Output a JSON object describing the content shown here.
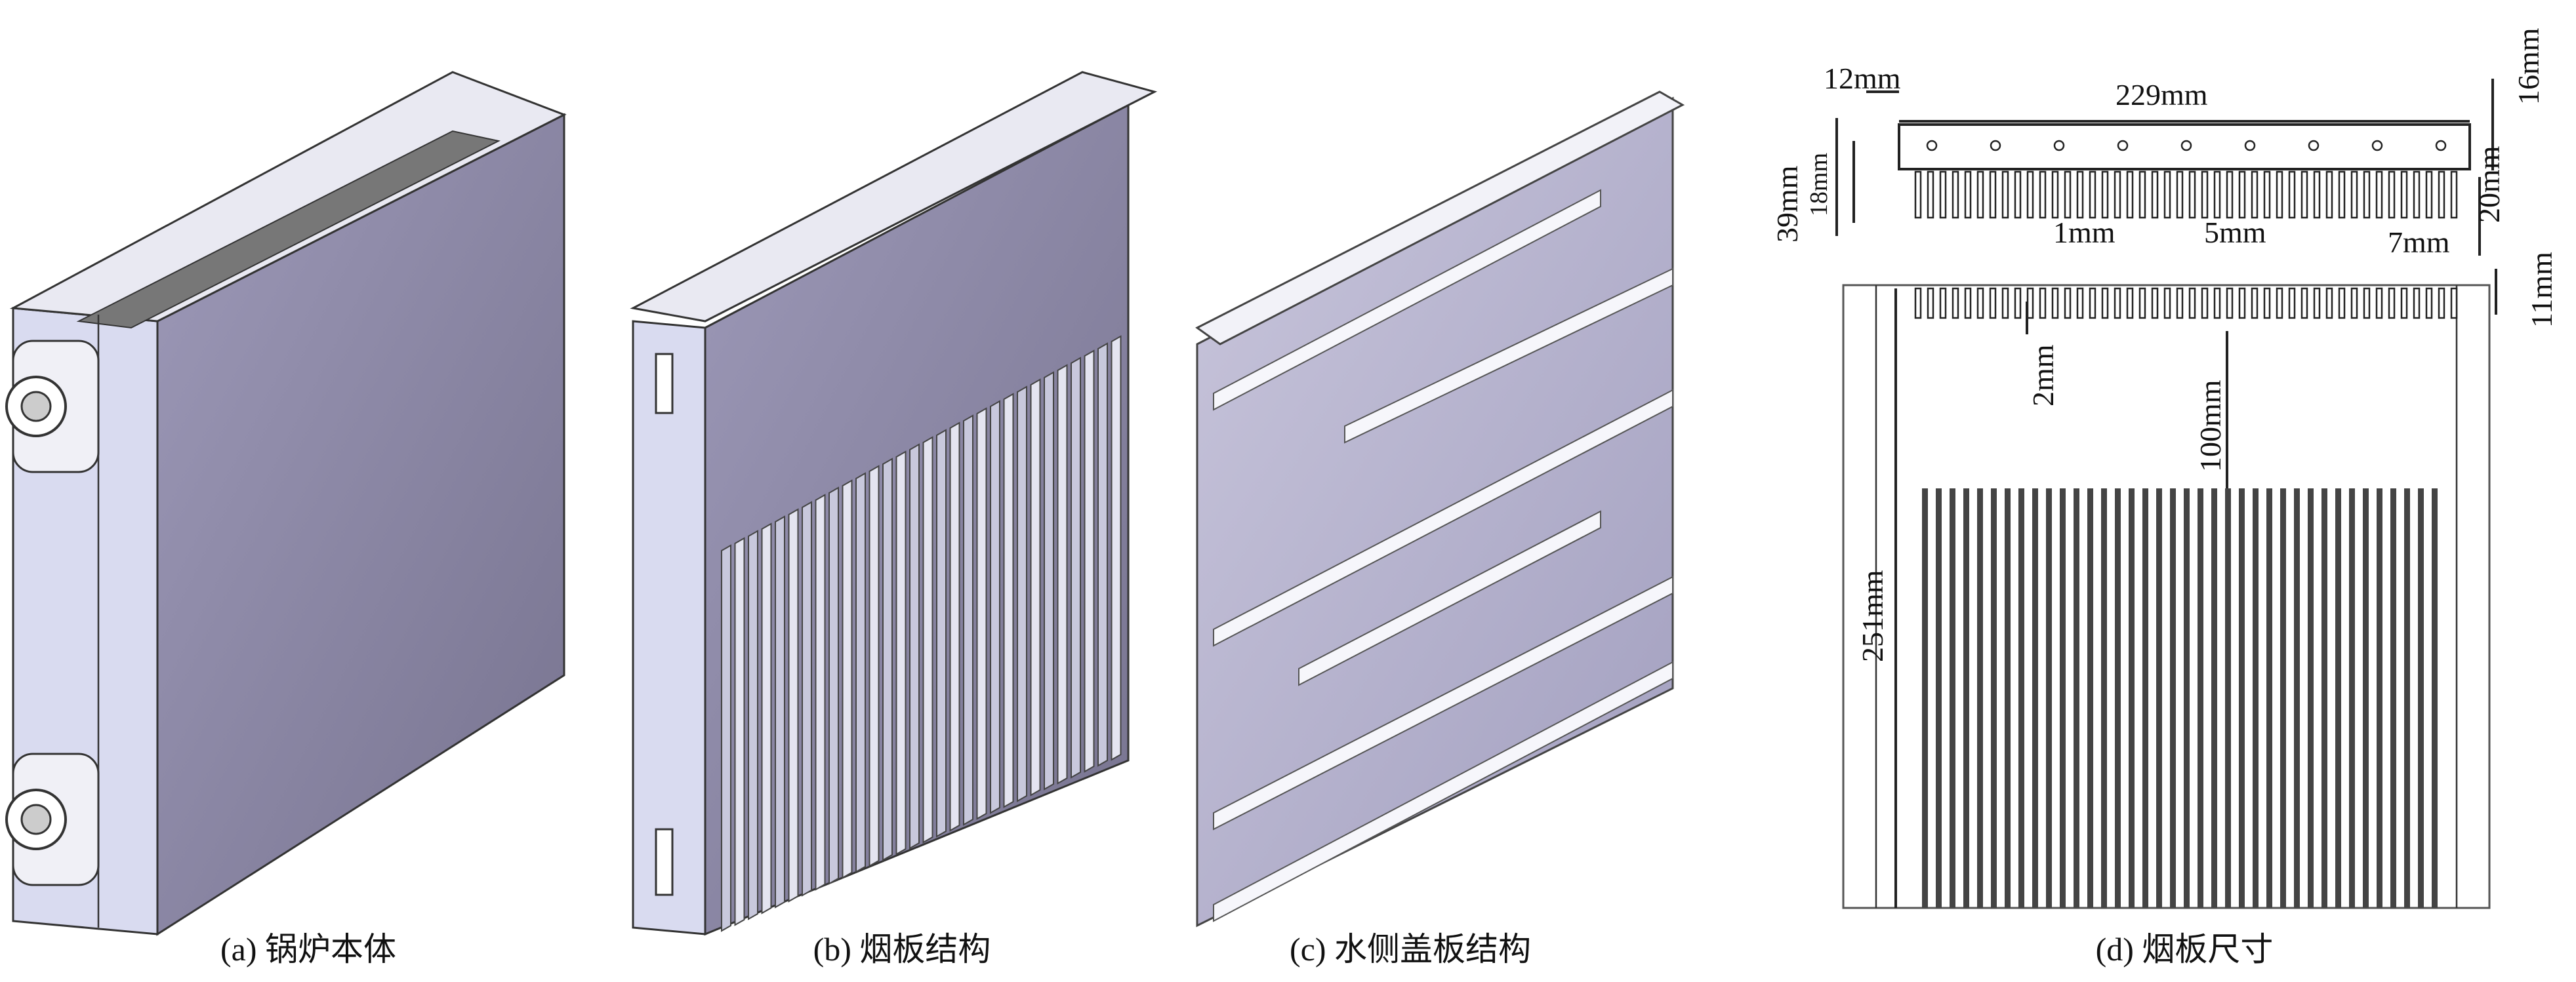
{
  "captions": {
    "a": "(a) 锅炉本体",
    "b": "(b) 烟板结构",
    "c": "(c) 水侧盖板结构",
    "d": "(d) 烟板尺寸"
  },
  "dimensions": {
    "d12": "12mm",
    "d229": "229mm",
    "d16": "16mm",
    "d39": "39mm",
    "d18": "18mm",
    "d20": "20mm",
    "d1": "1mm",
    "d5": "5mm",
    "d7": "7mm",
    "d11": "11mm",
    "d2": "2mm",
    "d100": "100mm",
    "d251": "251mm"
  },
  "colors": {
    "face_purple": "#8e8aa8",
    "side_light": "#d9dbf0",
    "top_light": "#e9e9f2",
    "line": "#222222"
  }
}
